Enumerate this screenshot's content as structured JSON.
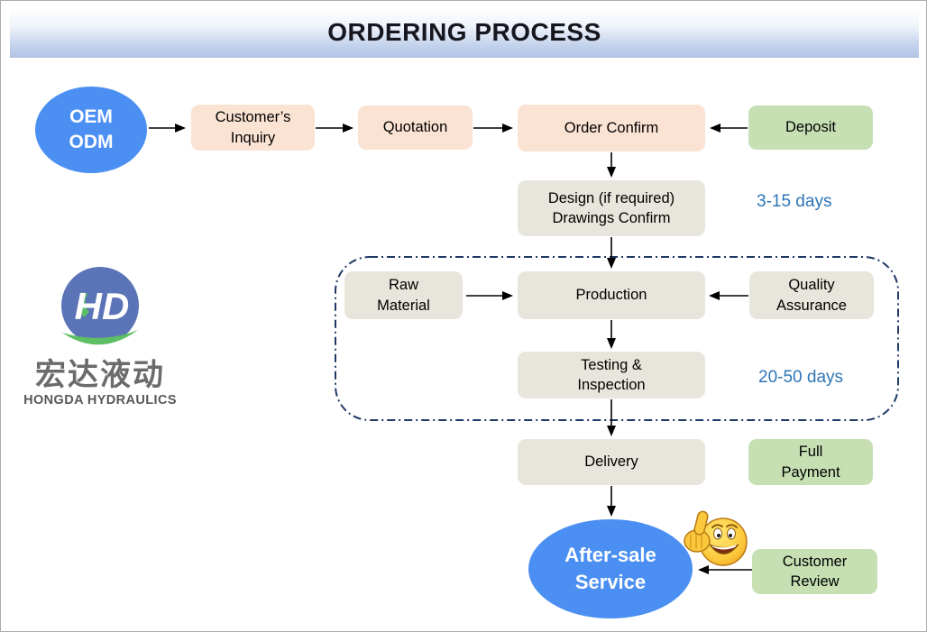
{
  "header": {
    "title": "ORDERING PROCESS"
  },
  "logo": {
    "monogram": "HD",
    "chinese": "宏达液动",
    "english": "HONGDA HYDRAULICS"
  },
  "nodes": {
    "oem": "OEM\nODM",
    "customers_inquiry": "Customer’s\nInquiry",
    "quotation": "Quotation",
    "order_confirm": "Order Confirm",
    "deposit": "Deposit",
    "design": "Design (if required)\nDrawings Confirm",
    "raw_material": "Raw\nMaterial",
    "production": "Production",
    "quality_assurance": "Quality\nAssurance",
    "testing": "Testing &\nInspection",
    "delivery": "Delivery",
    "full_payment": "Full\nPayment",
    "after_sale": "After-sale\nService",
    "customer_review": "Customer\nReview"
  },
  "durations": {
    "design_phase": "3-15 days",
    "production_phase": "20-50 days"
  },
  "colors": {
    "customer_step_fill": "#fbe3d4",
    "payment_step_fill": "#c6e0b4",
    "process_step_fill": "#e8e6dc",
    "terminal_fill": "#4b8ff2",
    "duration_text": "#2e75b6",
    "dashed_border": "#1f3864",
    "banner_bottom": "#b3c6e7"
  }
}
